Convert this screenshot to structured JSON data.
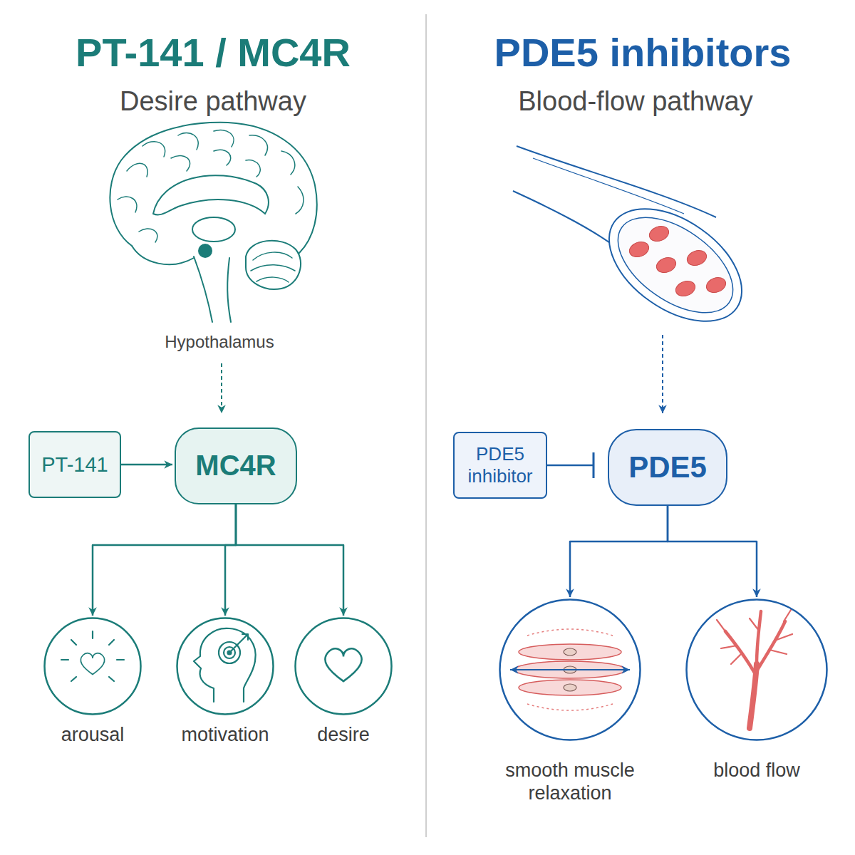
{
  "diagram": {
    "nodes": [
      {
        "text": [
          "PT-141"
        ]
      },
      {
        "text": [
          "MC4R"
        ]
      },
      {
        "text": [
          "arousal"
        ]
      },
      {
        "text": [
          "motivation"
        ]
      },
      {
        "text": [
          "desire"
        ]
      },
      {
        "text": [
          "PDE5 inhibitor"
        ]
      },
      {
        "text": [
          "PDE5"
        ]
      },
      {
        "text": [
          "smooth muscle relaxation"
        ]
      },
      {
        "text": [
          "blood flow"
        ]
      }
    ],
    "edges": [
      {
        "from": 0,
        "to": 1,
        "arrow": "to"
      },
      {
        "from": 1,
        "to": 2,
        "arrow": "to"
      },
      {
        "from": 1,
        "to": 3,
        "arrow": "to"
      },
      {
        "from": 1,
        "to": 4,
        "arrow": "to"
      },
      {
        "from": 5,
        "to": 6,
        "arrow": "to"
      },
      {
        "from": 6,
        "to": 7,
        "arrow": "to"
      },
      {
        "from": 6,
        "to": 8,
        "arrow": "to"
      }
    ],
    "labels": [
      "PT-141 / MC4R",
      "Desire pathway",
      "Hypothalamus",
      "PDE5 inhibitors",
      "Blood-flow pathway"
    ]
  }
}
